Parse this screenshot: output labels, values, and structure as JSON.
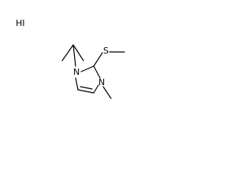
{
  "molecule": {
    "salt_label": "HI",
    "atoms": {
      "n1": "N",
      "n3": "N",
      "s": "S"
    },
    "colors": {
      "ink": "#000000",
      "background": "#ffffff"
    }
  }
}
